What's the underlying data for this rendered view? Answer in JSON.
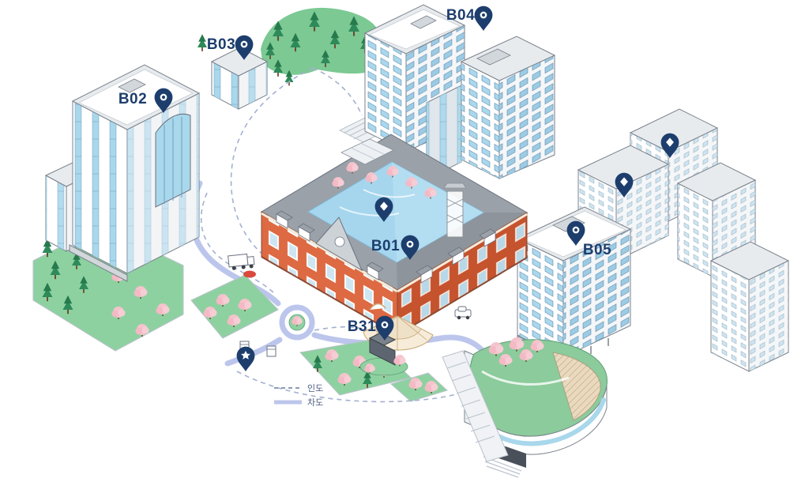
{
  "map": {
    "title": "isometric-campus-guide-map",
    "legend": {
      "sidewalk_label": "인도",
      "road_label": "차도"
    },
    "buildings": [
      {
        "id": "B01",
        "label": "B01"
      },
      {
        "id": "B02",
        "label": "B02"
      },
      {
        "id": "B03",
        "label": "B03"
      },
      {
        "id": "B04",
        "label": "B04"
      },
      {
        "id": "B05",
        "label": "B05"
      },
      {
        "id": "B31",
        "label": "B31"
      }
    ],
    "icons": {
      "labeled_pin": "pin-with-dot",
      "facility_pin": "pin-with-diamond",
      "info_pin": "pin-with-star"
    },
    "colors": {
      "pin_navy": "#1d3e6d",
      "brick_orange": "#dd6a43",
      "brick_orange_dark": "#c5532e",
      "window_blue": "#a9d7ec",
      "courtyard_blue": "#a5d6ee",
      "road_periwinkle": "#bcc6ec",
      "sidewalk_dash": "#a3b0d0",
      "grass_green": "#8ed1a0",
      "pine_green": "#2f8a5a",
      "blossom_pink": "#f5c3cc",
      "roof_gray": "#9aa1a8"
    }
  }
}
